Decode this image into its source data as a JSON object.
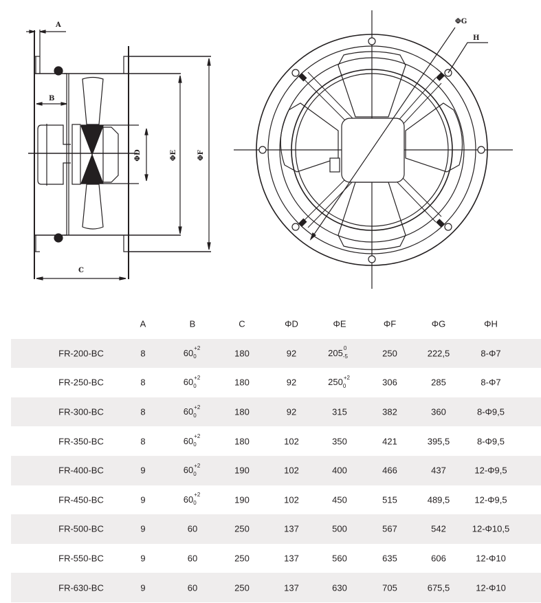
{
  "drawing": {
    "side_view_labels": {
      "a": "A",
      "b": "B",
      "c": "C",
      "d": "ΦD",
      "e": "ΦE",
      "f": "ΦF"
    },
    "front_view_labels": {
      "g": "ΦG",
      "h": "H"
    }
  },
  "table": {
    "headers": [
      "",
      "A",
      "B",
      "C",
      "ΦD",
      "ΦE",
      "ΦF",
      "ΦG",
      "ΦH"
    ],
    "rows": [
      {
        "model": "FR-200-BC",
        "a": "8",
        "b": "60",
        "b_tol_upper": "+2",
        "b_tol_lower": "0",
        "c": "180",
        "d": "92",
        "e": "205",
        "e_tol_upper": "0",
        "e_tol_lower": "-5",
        "f": "250",
        "g": "222,5",
        "h": "8-Φ7"
      },
      {
        "model": "FR-250-BC",
        "a": "8",
        "b": "60",
        "b_tol_upper": "+2",
        "b_tol_lower": "0",
        "c": "180",
        "d": "92",
        "e": "250",
        "e_tol_upper": "+2",
        "e_tol_lower": "0",
        "f": "306",
        "g": "285",
        "h": "8-Φ7"
      },
      {
        "model": "FR-300-BC",
        "a": "8",
        "b": "60",
        "b_tol_upper": "+2",
        "b_tol_lower": "0",
        "c": "180",
        "d": "92",
        "e": "315",
        "f": "382",
        "g": "360",
        "h": "8-Φ9,5"
      },
      {
        "model": "FR-350-BC",
        "a": "8",
        "b": "60",
        "b_tol_upper": "+2",
        "b_tol_lower": "0",
        "c": "180",
        "d": "102",
        "e": "350",
        "f": "421",
        "g": "395,5",
        "h": "8-Φ9,5"
      },
      {
        "model": "FR-400-BC",
        "a": "9",
        "b": "60",
        "b_tol_upper": "+2",
        "b_tol_lower": "0",
        "c": "190",
        "d": "102",
        "e": "400",
        "f": "466",
        "g": "437",
        "h": "12-Φ9,5"
      },
      {
        "model": "FR-450-BC",
        "a": "9",
        "b": "60",
        "b_tol_upper": "+2",
        "b_tol_lower": "0",
        "c": "190",
        "d": "102",
        "e": "450",
        "f": "515",
        "g": "489,5",
        "h": "12-Φ9,5"
      },
      {
        "model": "FR-500-BC",
        "a": "9",
        "b": "60",
        "c": "250",
        "d": "137",
        "e": "500",
        "f": "567",
        "g": "542",
        "h": "12-Φ10,5"
      },
      {
        "model": "FR-550-BC",
        "a": "9",
        "b": "60",
        "c": "250",
        "d": "137",
        "e": "560",
        "f": "635",
        "g": "606",
        "h": "12-Φ10"
      },
      {
        "model": "FR-630-BC",
        "a": "9",
        "b": "60",
        "c": "250",
        "d": "137",
        "e": "630",
        "f": "705",
        "g": "675,5",
        "h": "12-Φ10"
      }
    ]
  }
}
